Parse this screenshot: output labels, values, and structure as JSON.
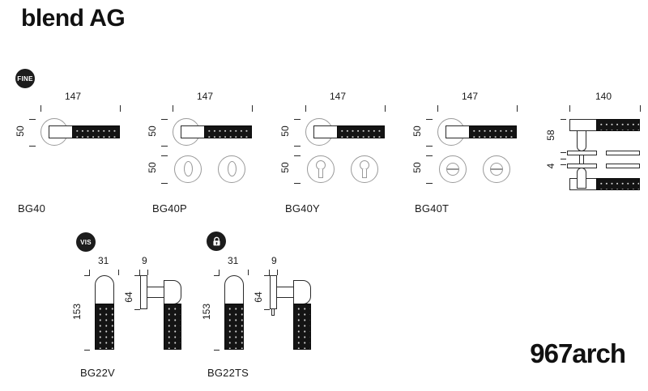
{
  "page": {
    "title": "blend AG",
    "brand_mark": "967arch",
    "background_color": "#ffffff",
    "ink_color": "#1a1a1a"
  },
  "badges": [
    {
      "id": "fine",
      "label": "FINE",
      "type": "text",
      "color": "#1c1c1c"
    },
    {
      "id": "vis",
      "label": "VIS",
      "type": "text",
      "color": "#1c1c1c"
    },
    {
      "id": "lock",
      "label": "lock",
      "type": "icon",
      "icon": "padlock-icon",
      "color": "#1c1c1c"
    }
  ],
  "top_row": [
    {
      "code": "BG40",
      "badge": "FINE",
      "width_dim": "147",
      "height_dim": "50",
      "rosettes": []
    },
    {
      "code": "BG40P",
      "badge": "",
      "width_dim": "147",
      "height_dim": "50",
      "rosette_dim": "50",
      "rosettes": [
        "oval-keyhole",
        "oval-keyhole"
      ]
    },
    {
      "code": "BG40Y",
      "badge": "",
      "width_dim": "147",
      "height_dim": "50",
      "rosette_dim": "50",
      "rosettes": [
        "euro-cylinder",
        "euro-cylinder"
      ]
    },
    {
      "code": "BG40T",
      "badge": "",
      "width_dim": "147",
      "height_dim": "50",
      "rosette_dim": "50",
      "rosettes": [
        "thumb-turn",
        "thumb-turn"
      ]
    }
  ],
  "pair_view": {
    "width_dim": "140",
    "height_dim": "58",
    "thickness_dim": "4"
  },
  "bottom_row": [
    {
      "code": "BG22V",
      "badge": "VIS",
      "width_dim": "31",
      "height_dim": "153",
      "side_width_dim": "9",
      "side_height_dim": "64"
    },
    {
      "code": "BG22TS",
      "badge": "lock",
      "width_dim": "31",
      "height_dim": "153",
      "side_width_dim": "9",
      "side_height_dim": "64"
    }
  ]
}
